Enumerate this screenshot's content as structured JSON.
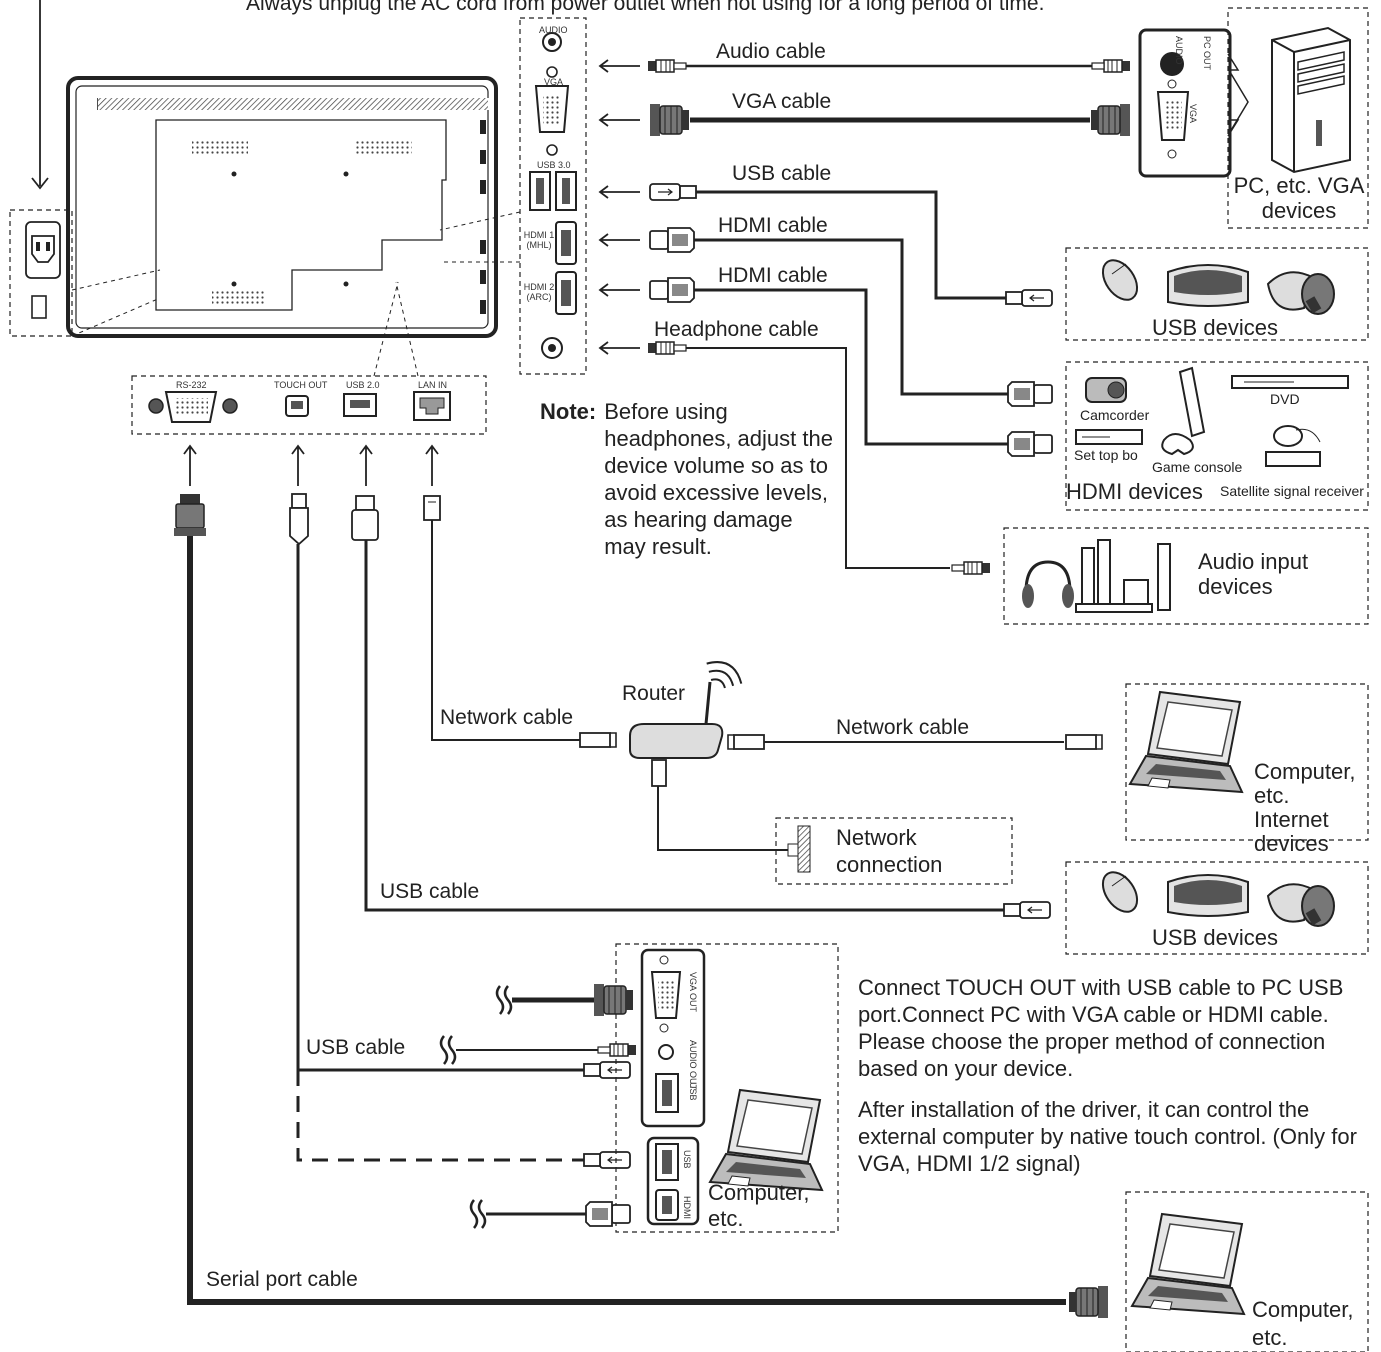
{
  "top_warning": "Always unplug the AC cord from power outlet when not using for a long period of time.",
  "tv_ports": {
    "side": [
      "AUDIO",
      "VGA",
      "USB 3.0",
      "HDMI 1 (MHL)",
      "HDMI 2 (ARC)"
    ],
    "bottom": [
      "RS-232",
      "TOUCH OUT",
      "USB 2.0",
      "LAN IN"
    ]
  },
  "cables": {
    "audio": "Audio cable",
    "vga": "VGA cable",
    "usb_top": "USB cable",
    "hdmi1": "HDMI cable",
    "hdmi2": "HDMI cable",
    "headphone": "Headphone cable",
    "network_left": "Network cable",
    "network_right": "Network cable",
    "usb_mid": "USB cable",
    "usb_touch": "USB cable",
    "serial": "Serial port cable"
  },
  "pc_panel": {
    "audio": "AUDIO",
    "pc_out": "PC OUT",
    "vga": "VGA"
  },
  "devices": {
    "pc": "PC, etc. VGA devices",
    "usb_devices_1": "USB devices",
    "camcorder": "Camcorder",
    "dvd": "DVD",
    "set_top_box": "Set top bo",
    "game_console": "Game console",
    "hdmi_devices": "HDMI devices",
    "satellite": "Satellite signal receiver",
    "audio_input": "Audio input devices",
    "router": "Router",
    "internet": "Computer, etc. Internet devices",
    "network_connection": "Network connection",
    "usb_devices_2": "USB devices",
    "computer_1": "Computer, etc.",
    "computer_2": "Computer, etc."
  },
  "computer_ports": {
    "vga_out": "VGA OUT",
    "audio_out": "AUDIO OUT",
    "usb_1": "USB",
    "usb_2": "USB",
    "hdmi": "HDMI"
  },
  "note": {
    "label": "Note:",
    "text": "Before using headphones, adjust the device volume so as to avoid excessive levels, as hearing damage may result."
  },
  "instructions": [
    "Connect TOUCH OUT with USB cable to PC USB port.Connect PC with VGA cable or HDMI cable. Please choose the proper method of connection based on your device.",
    "After installation of the driver, it can control the external computer by native touch control. (Only for VGA, HDMI 1/2 signal)"
  ],
  "colors": {
    "ink": "#222222",
    "fill_light": "#d0d0d0",
    "fill_mid": "#9a9a9a",
    "panel": "#f4f4f4"
  }
}
